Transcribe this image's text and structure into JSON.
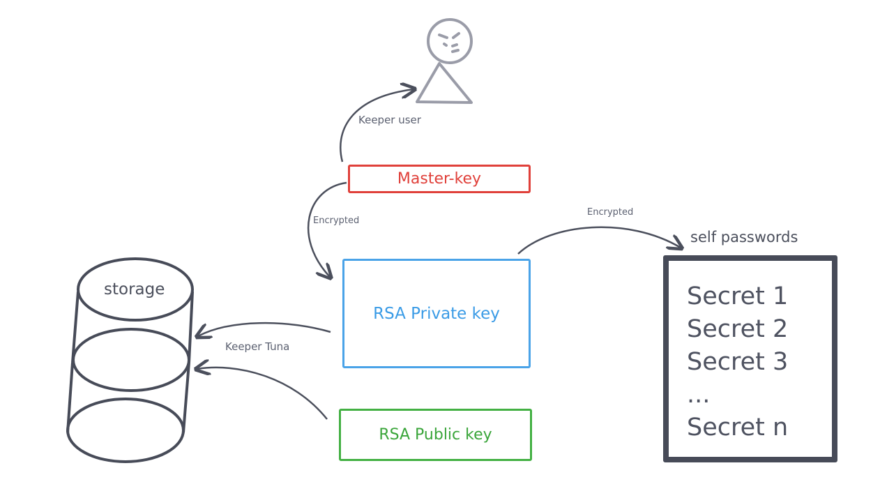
{
  "diagram": {
    "user_label": "Keeper user",
    "master_key": "Master-key",
    "encrypted_left": "Encrypted",
    "encrypted_right": "Encrypted",
    "private_key": "RSA Private key",
    "public_key": "RSA Public key",
    "tuna_label": "Keeper Tuna",
    "storage_label": "storage",
    "passwords_title": "self passwords",
    "secrets": [
      "Secret 1",
      "Secret 2",
      "Secret 3",
      "...",
      "Secret n"
    ]
  },
  "colors": {
    "master": "#e0403a",
    "private": "#4aa3e8",
    "public": "#43b043",
    "ink": "#474b58",
    "user": "#9a9ca8"
  }
}
